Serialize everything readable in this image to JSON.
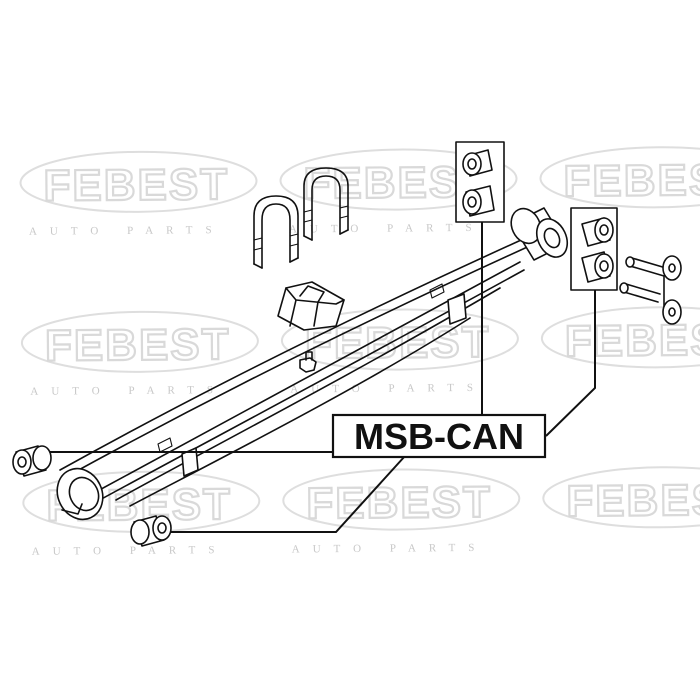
{
  "watermark": {
    "brand": "FEBEST",
    "subtitle": "AUTO PARTS"
  },
  "callout": {
    "part_number": "MSB-CAN"
  }
}
